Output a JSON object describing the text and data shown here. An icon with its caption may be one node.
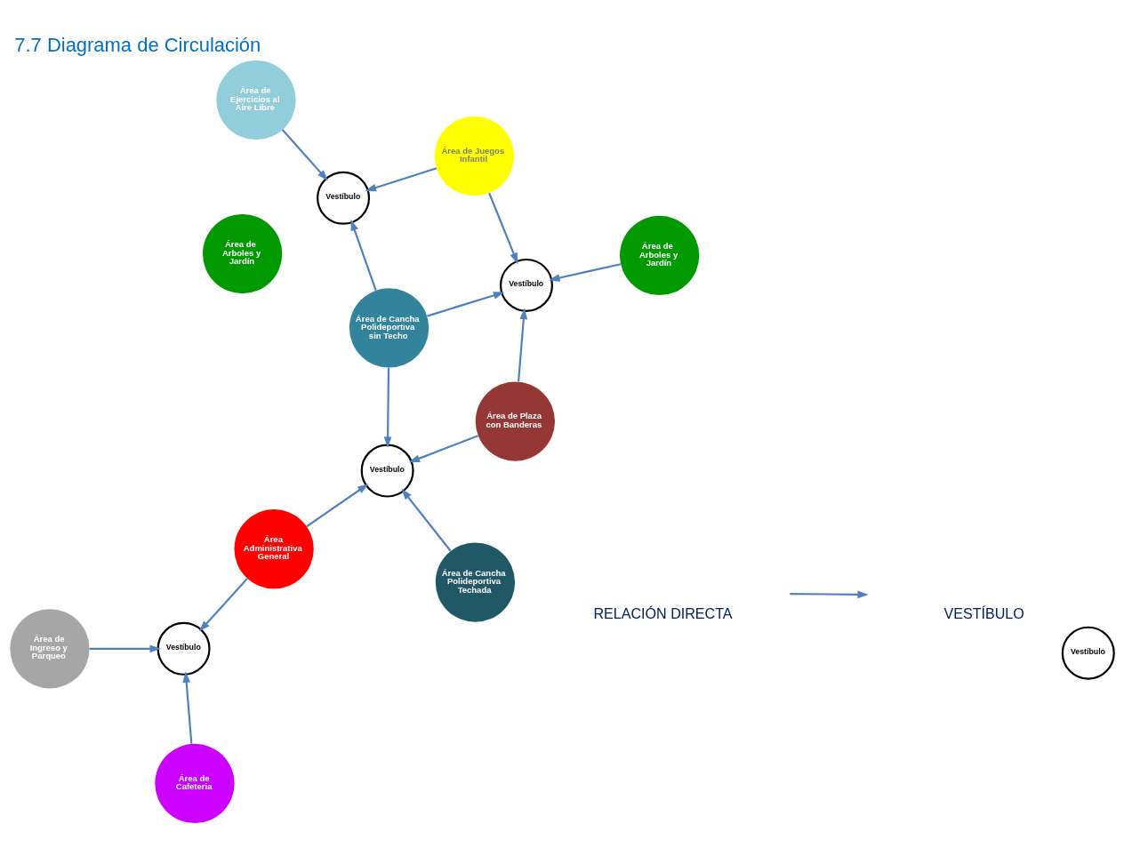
{
  "diagram": {
    "title": "7.7 Diagrama de Circulación",
    "nodes": [
      {
        "text": [
          "Área de  Arboles y Jardín"
        ]
      },
      {
        "text": [
          "Área de Ingreso y Parqueo"
        ]
      },
      {
        "text": [
          "Vestíbulo"
        ]
      },
      {
        "text": [
          "Área de Cafeteria"
        ]
      },
      {
        "text": [
          "Área de Ejercicios al Aire Libre"
        ]
      },
      {
        "text": [
          "Vestíbulo"
        ]
      },
      {
        "text": [
          "Área Administrativa General"
        ]
      },
      {
        "text": [
          "Área de Cancha Polideportiva Techada"
        ]
      },
      {
        "text": [
          "Vestíbulo"
        ]
      },
      {
        "text": [
          "Área de Cancha Polideportiva sin Techo"
        ]
      },
      {
        "text": [
          "Área de Juegos Infantil"
        ]
      },
      {
        "text": [
          "Área de Plaza con Banderas"
        ]
      },
      {
        "text": [
          "Vestíbulo"
        ]
      },
      {
        "text": [
          "Área de  Arboles y Jardín"
        ]
      },
      {
        "text": [
          "Vestíbulo"
        ]
      }
    ],
    "edges": [
      {
        "from": 1,
        "to": 2,
        "arrow": "to"
      },
      {
        "from": 3,
        "to": 2,
        "arrow": "to"
      },
      {
        "from": 6,
        "to": 2,
        "arrow": "to"
      },
      {
        "from": 4,
        "to": 5,
        "arrow": "to"
      },
      {
        "from": 10,
        "to": 5,
        "arrow": "to"
      },
      {
        "from": 9,
        "to": 5,
        "arrow": "to"
      },
      {
        "from": 6,
        "to": 8,
        "arrow": "to"
      },
      {
        "from": 7,
        "to": 8,
        "arrow": "to"
      },
      {
        "from": 9,
        "to": 8,
        "arrow": "to"
      },
      {
        "from": 11,
        "to": 8,
        "arrow": "to"
      },
      {
        "from": 10,
        "to": 12,
        "arrow": "to"
      },
      {
        "from": 9,
        "to": 12,
        "arrow": "to"
      },
      {
        "from": 11,
        "to": 12,
        "arrow": "to"
      },
      {
        "from": 13,
        "to": 12,
        "arrow": "to"
      }
    ],
    "legend": [
      {
        "text": "RELACIÓN DIRECTA"
      },
      {
        "text": "VESTÍBULO"
      }
    ]
  }
}
